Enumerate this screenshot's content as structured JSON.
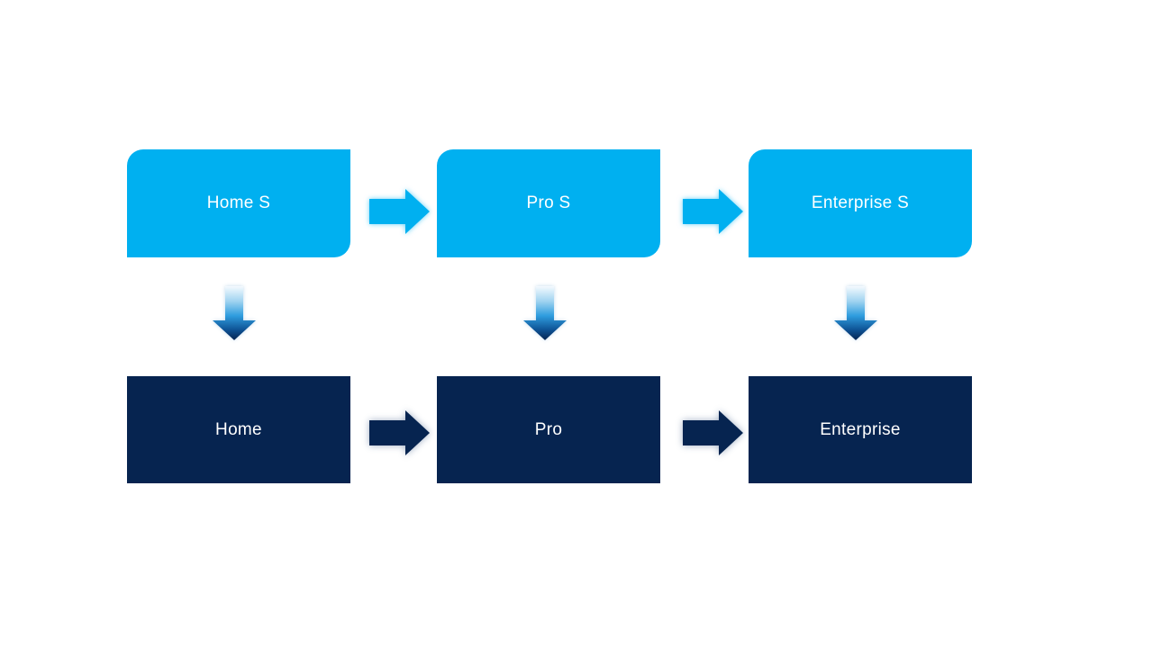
{
  "diagram": {
    "columns": [
      {
        "top": {
          "label": "Home S"
        },
        "bottom": {
          "label": "Home"
        }
      },
      {
        "top": {
          "label": "Pro S"
        },
        "bottom": {
          "label": "Pro"
        }
      },
      {
        "top": {
          "label": "Enterprise S"
        },
        "bottom": {
          "label": "Enterprise"
        }
      }
    ],
    "icons": {
      "horizontal_connector": "right-arrow-icon",
      "vertical_connector": "down-arrow-icon"
    },
    "colors": {
      "background": "#FFFFFF",
      "top_box_fill": "#00B0F0",
      "bottom_box_fill": "#062450",
      "label_text": "#FFFFFF",
      "top_arrow_fill": "#00B0F0",
      "bottom_arrow_fill": "#062450",
      "down_arrow_gradient": [
        "#F4FAFE",
        "#9FD3F0",
        "#2E9CDE",
        "#0D4F91",
        "#062450"
      ]
    }
  }
}
